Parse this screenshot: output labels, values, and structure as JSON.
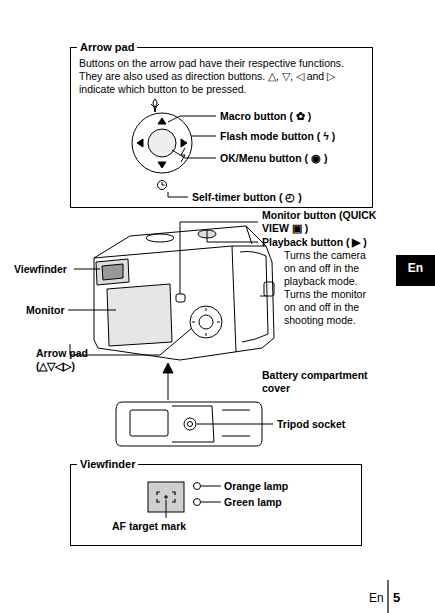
{
  "diagram": {
    "nodes": [
      {
        "text": [
          "Arrow pad",
          "Buttons on the arrow pad have their respective functions. They are also used as direction buttons. △, ▽, ◁ and ▷ indicate which button to be pressed."
        ]
      },
      {
        "text": [
          "Viewfinder"
        ]
      },
      {
        "text": [
          "En"
        ]
      }
    ],
    "labels": [
      "Macro button ( ✿ )",
      "Flash mode button ( ϟ )",
      "OK/Menu button ( ◉ )",
      "Self-timer button ( ◴ )",
      "Monitor button (QUICK VIEW ▣ )",
      "Playback button ( ▶ )",
      "Turns the camera on and off in the playback mode.",
      "Turns the monitor on and off in the shooting mode.",
      "Viewfinder",
      "Monitor",
      "Arrow pad (△▽◁▷)",
      "Battery compartment cover",
      "Tripod socket",
      "Orange lamp",
      "Green lamp",
      "AF target mark",
      "En",
      "5"
    ]
  }
}
